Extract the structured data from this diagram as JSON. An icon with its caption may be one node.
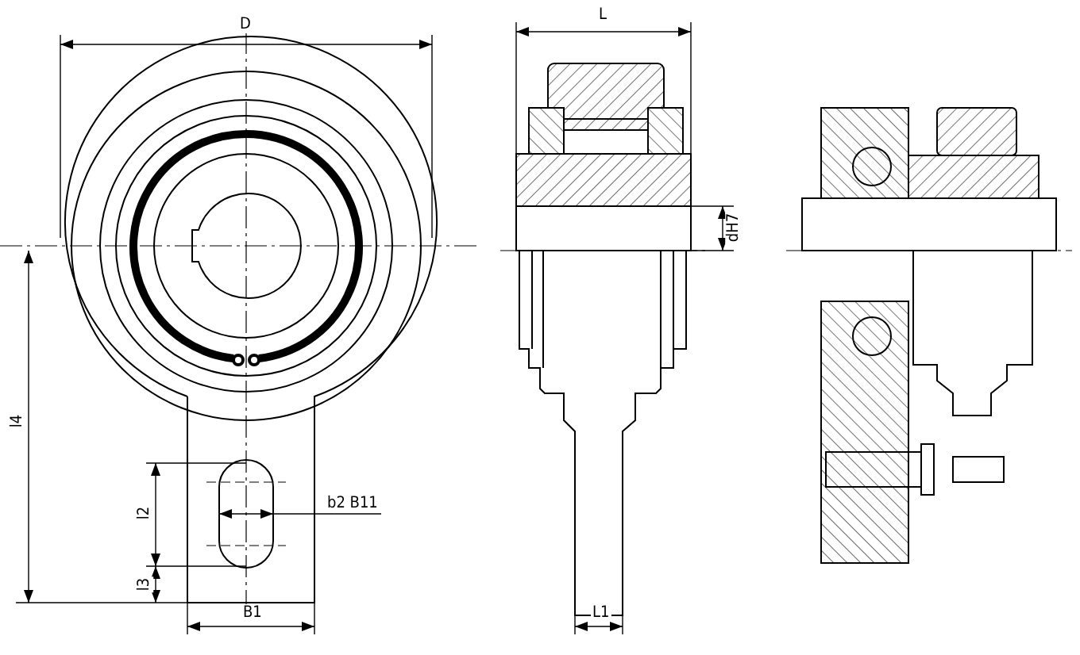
{
  "diagram": {
    "labels": [
      "D",
      "L",
      "dH7",
      "l4",
      "b2 B11",
      "l2",
      "l3",
      "B1",
      "L1"
    ]
  }
}
